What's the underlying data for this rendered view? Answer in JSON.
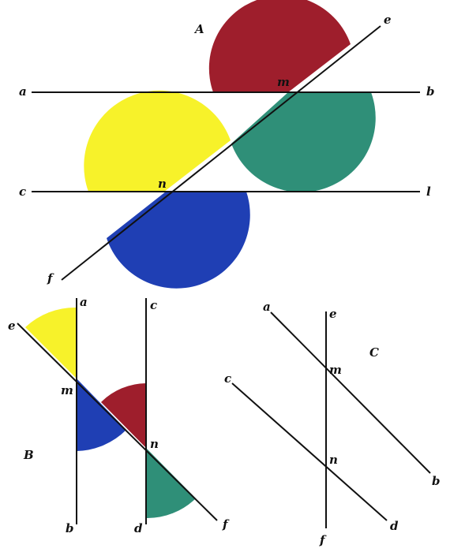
{
  "colors": {
    "red": "#9e1e2c",
    "green": "#2f8f78",
    "yellow": "#f7f22a",
    "blue": "#1f3fb4",
    "line": "#111111"
  },
  "figure_a": {
    "title": "A",
    "labels": {
      "a": "a",
      "b": "b",
      "c": "c",
      "l": "l",
      "e": "e",
      "f": "f",
      "m": "m",
      "n": "n"
    }
  },
  "figure_b": {
    "title": "B",
    "labels": {
      "a": "a",
      "b": "b",
      "c": "c",
      "d": "d",
      "e": "e",
      "f": "f",
      "m": "m",
      "n": "n"
    }
  },
  "figure_c": {
    "title": "C",
    "labels": {
      "a": "a",
      "b": "b",
      "c": "c",
      "d": "d",
      "e": "e",
      "f": "f",
      "m": "m",
      "n": "n"
    }
  }
}
